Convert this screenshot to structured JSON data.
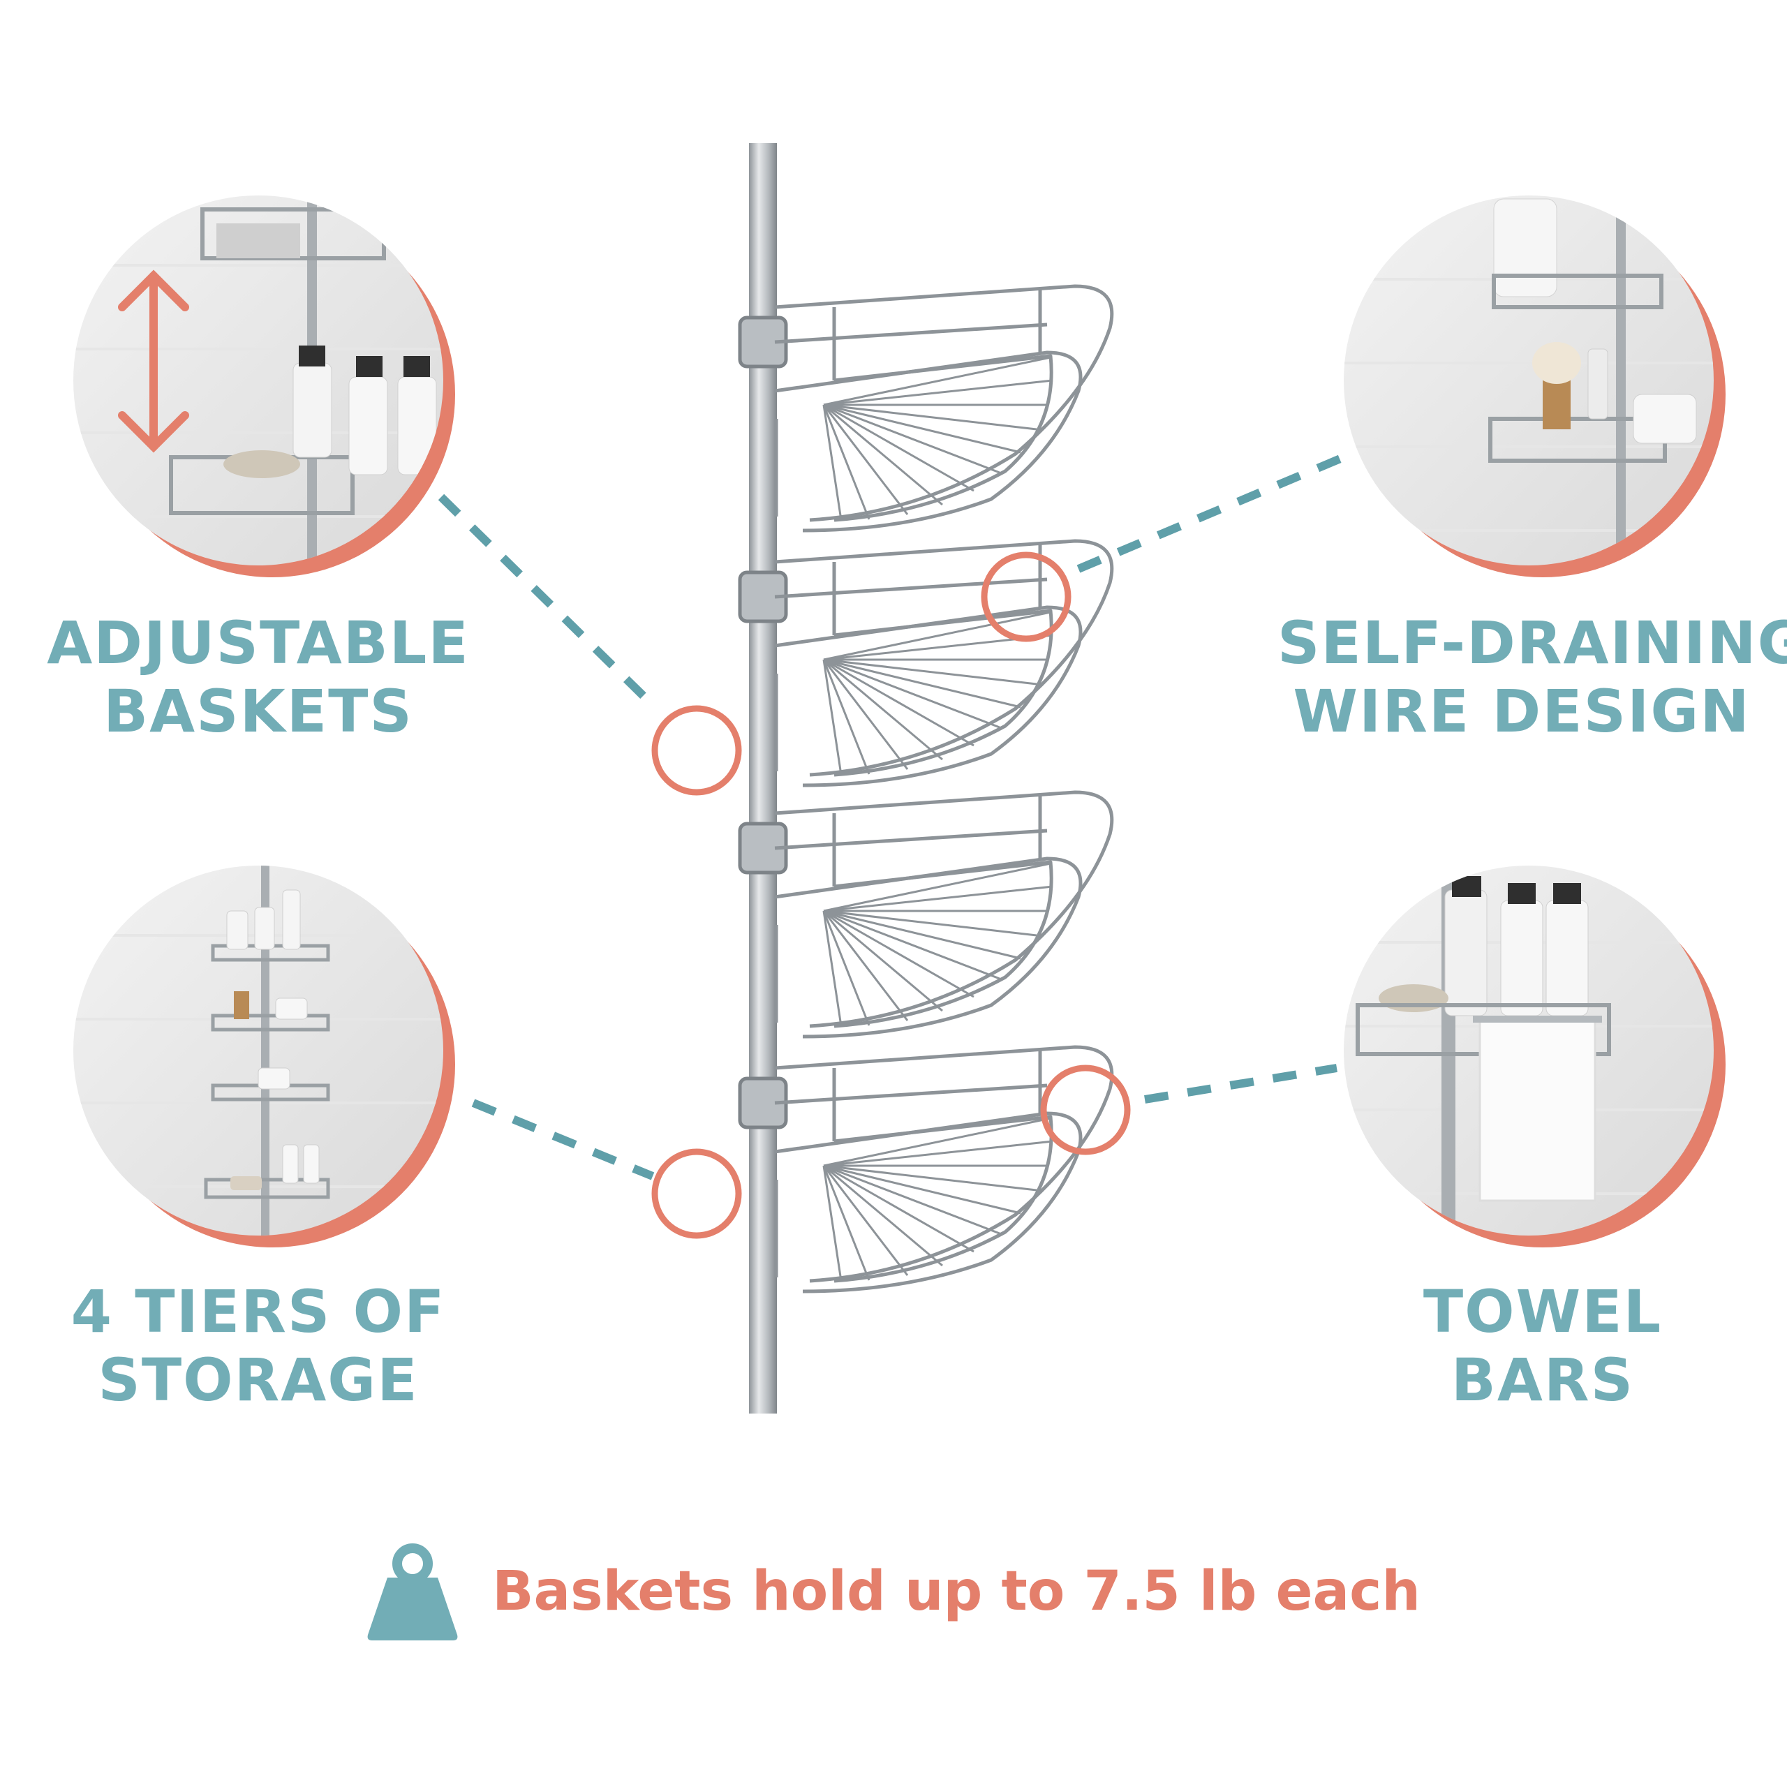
{
  "features": {
    "adjustable": {
      "line1": "ADJUSTABLE",
      "line2": "BASKETS"
    },
    "self_draining": {
      "line1": "SELF-DRAINING",
      "line2": "WIRE DESIGN"
    },
    "tiers": {
      "line1": "4 TIERS OF",
      "line2": "STORAGE"
    },
    "towel": {
      "line1": "TOWEL",
      "line2": "BARS"
    }
  },
  "footer": {
    "text": "Baskets hold up to 7.5 lb each",
    "icon": "weight-icon"
  },
  "colors": {
    "accent_coral": "#e47f6b",
    "accent_teal": "#72adb6",
    "pole_silver": "#c9cdd1",
    "wire_chrome": "#8d9398"
  },
  "icons": [
    "up-down-arrow-icon",
    "weight-icon"
  ]
}
